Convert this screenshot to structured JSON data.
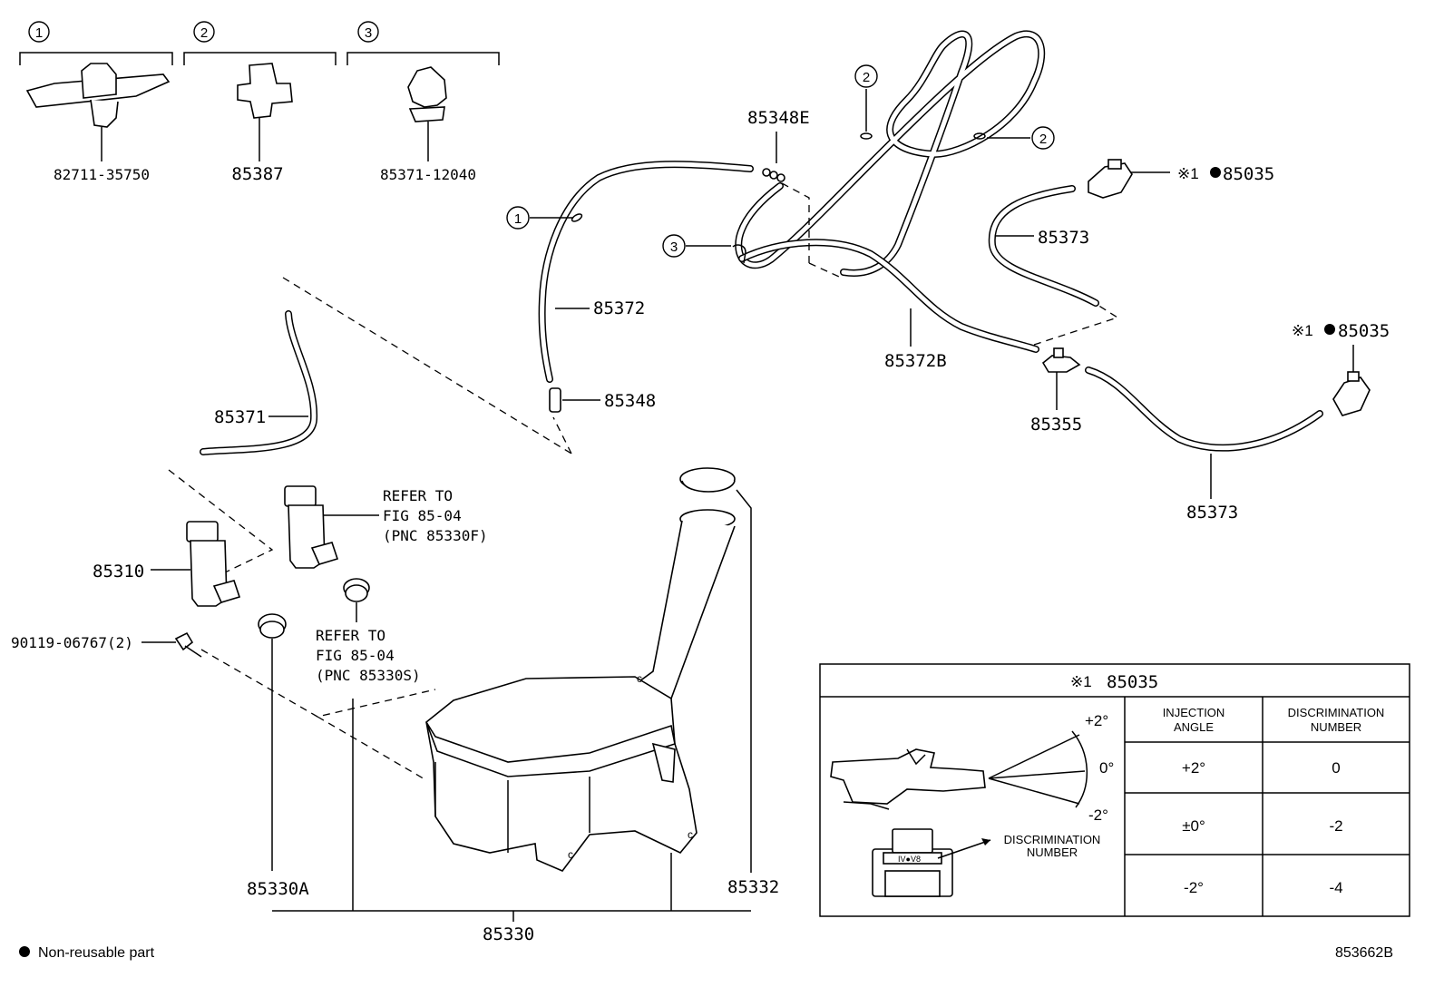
{
  "clip_legend": [
    {
      "no": "1",
      "part": "82711-35750"
    },
    {
      "no": "2",
      "part": "85387"
    },
    {
      "no": "3",
      "part": "85371-12040"
    }
  ],
  "callouts": {
    "c1": "1",
    "c2a": "2",
    "c2b": "2",
    "c3": "3"
  },
  "labels": {
    "p85348E": "85348E",
    "p85372": "85372",
    "p85348": "85348",
    "p85372B": "85372B",
    "p85373_upper": "85373",
    "p85373_lower": "85373",
    "p85355": "85355",
    "p85035_upper": "85035",
    "p85035_lower": "85035",
    "p85371": "85371",
    "p85310": "85310",
    "p90119": "90119-06767(2)",
    "p85330A": "85330A",
    "p85330": "85330",
    "p85332": "85332",
    "note_mark": "※1",
    "refer_f": [
      "REFER TO",
      "FIG 85-04",
      "(PNC 85330F)"
    ],
    "refer_s": [
      "REFER TO",
      "FIG 85-04",
      "(PNC 85330S)"
    ]
  },
  "inset": {
    "title_mark": "※1",
    "title_part": "85035",
    "angle_top": "+2°",
    "angle_mid": "0°",
    "angle_bot": "-2°",
    "discrimination_label": [
      "DISCRIMINATION",
      "NUMBER"
    ],
    "columns": [
      [
        "INJECTION",
        "ANGLE"
      ],
      [
        "DISCRIMINATION",
        "NUMBER"
      ]
    ],
    "rows": [
      {
        "angle": "+2°",
        "number": "0"
      },
      {
        "angle": "±0°",
        "number": "-2"
      },
      {
        "angle": "-2°",
        "number": "-4"
      }
    ]
  },
  "footer": {
    "legend": "Non-reusable part",
    "figure_id": "853662B"
  }
}
